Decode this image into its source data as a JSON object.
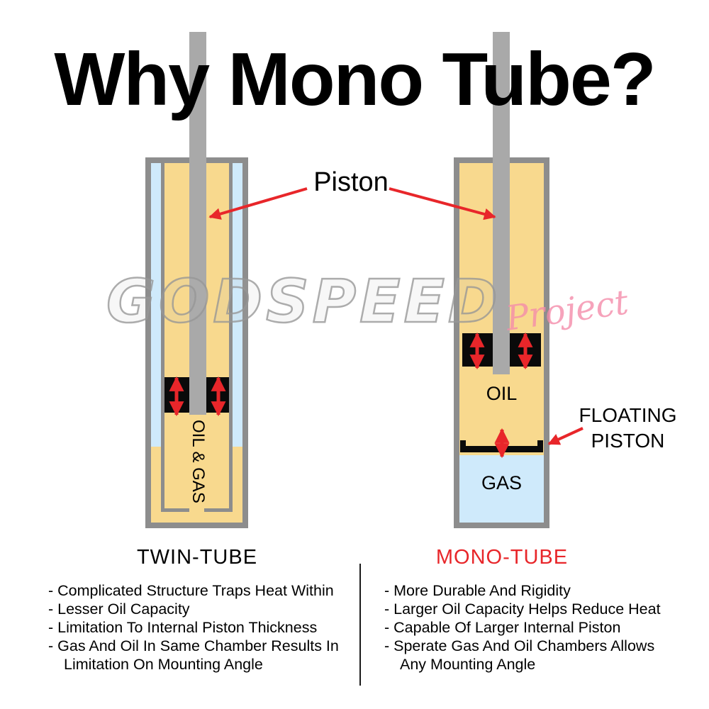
{
  "title": "Why Mono Tube?",
  "watermark": {
    "main": "GODSPEED",
    "accent": "Project"
  },
  "callouts": {
    "piston": "Piston",
    "floating_piston": "FLOATING PISTON"
  },
  "twin": {
    "name": "TWIN-TUBE",
    "fluid_label": "OIL & GAS",
    "points": [
      "- Complicated Structure Traps Heat Within",
      "- Lesser Oil Capacity",
      "- Limitation To Internal Piston Thickness",
      "- Gas And Oil In Same Chamber Results In",
      "Limitation On Mounting Angle"
    ]
  },
  "mono": {
    "name": "MONO-TUBE",
    "oil_label": "OIL",
    "gas_label": "GAS",
    "points": [
      "- More Durable And Rigidity",
      "- Larger Oil Capacity Helps Reduce Heat",
      "- Capable Of Larger Internal Piston",
      "- Sperate Gas And Oil Chambers Allows",
      "Any Mounting Angle"
    ]
  },
  "colors": {
    "tube_wall": "#8d8d8d",
    "rod": "#a9a9a9",
    "oil": "#f8d98e",
    "gas": "#cfeafb",
    "piston_black": "#0a0a0a",
    "arrow_red": "#e8262a",
    "mono_title_red": "#e8262a"
  }
}
